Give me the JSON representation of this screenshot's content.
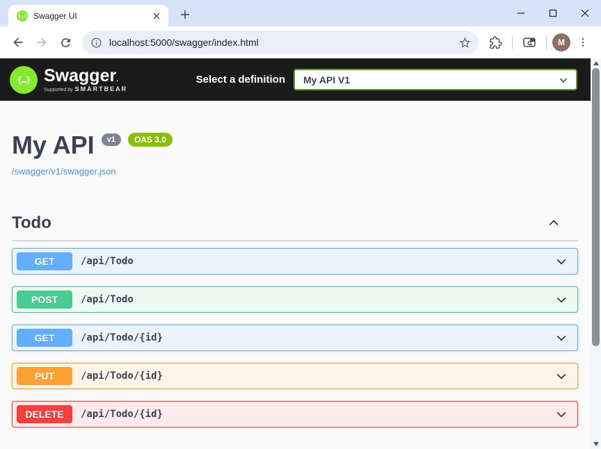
{
  "browser": {
    "tab_title": "Swagger UI",
    "url": "localhost:5000/swagger/index.html",
    "avatar_initial": "M"
  },
  "icons": {
    "swagger_glyph": "{…}"
  },
  "topbar": {
    "brand": "Swagger",
    "trademark": ".",
    "tagline_prefix": "Supported by",
    "tagline_brand": "SMARTBEAR",
    "select_label": "Select a definition",
    "selected_definition": "My API V1"
  },
  "info": {
    "title": "My API",
    "version_badge": "v1",
    "oas_badge": "OAS 3.0",
    "spec_link": "/swagger/v1/swagger.json"
  },
  "section": {
    "title": "Todo"
  },
  "operations": [
    {
      "method": "GET",
      "path": "/api/Todo"
    },
    {
      "method": "POST",
      "path": "/api/Todo"
    },
    {
      "method": "GET",
      "path": "/api/Todo/{id}"
    },
    {
      "method": "PUT",
      "path": "/api/Todo/{id}"
    },
    {
      "method": "DELETE",
      "path": "/api/Todo/{id}"
    }
  ],
  "colors": {
    "get": "#61affe",
    "post": "#49cc90",
    "put": "#fca130",
    "delete": "#f93e3e",
    "get_bg": "#ebf3fb",
    "post_bg": "#edfaf3",
    "put_bg": "#fdf5e9",
    "delete_bg": "#fdebeb",
    "logo_green": "#85ea2d",
    "oas_badge": "#89bf04",
    "version_badge": "#7d8492",
    "select_border": "#5ba421",
    "link": "#4990e2",
    "heading": "#3b4151",
    "topbar_bg": "#1b1b1b",
    "tabbar_bg": "#d6e3f8",
    "page_bg": "#fafafa"
  }
}
